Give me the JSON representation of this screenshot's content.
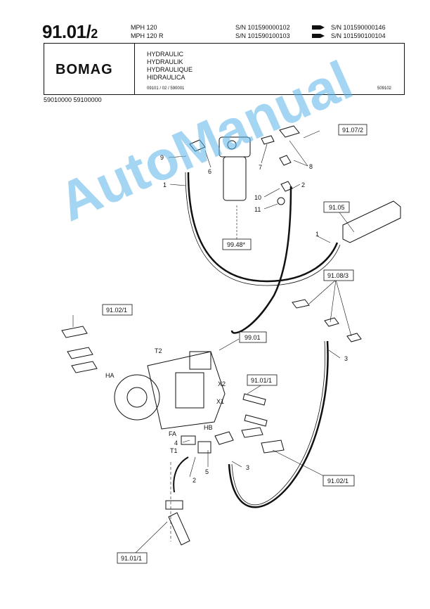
{
  "header": {
    "page_number": "91.01/",
    "page_number_sub": "2",
    "models": [
      "MPH 120",
      "MPH 120 R"
    ],
    "serials": [
      {
        "from": "S/N 101590000102",
        "to": "S/N 101590000146"
      },
      {
        "from": "S/N 101590100103",
        "to": "S/N 101590100104"
      }
    ],
    "logo": "BOMAG",
    "titles": [
      "HYDRAULIC",
      "HYDRAULIK",
      "HYDRAULIQUE",
      "HIDRAULICA"
    ],
    "ref_left": "09101 / 02 / 590001",
    "ref_right": "509102",
    "doc_codes": "59010000   59100000"
  },
  "diagram": {
    "callouts": [
      "9",
      "6",
      "7",
      "8",
      "1",
      "2",
      "10",
      "11",
      "1",
      "3",
      "T2",
      "HA",
      "X2",
      "X1",
      "FA",
      "HB",
      "4",
      "T1",
      "5",
      "2",
      "3"
    ],
    "refs": [
      "91.07/2",
      "91.05",
      "99.48*",
      "91.08/3",
      "91.02/1",
      "99.01",
      "91.01/1",
      "91.02/1",
      "91.01/1"
    ]
  },
  "watermark": "AutoManual"
}
